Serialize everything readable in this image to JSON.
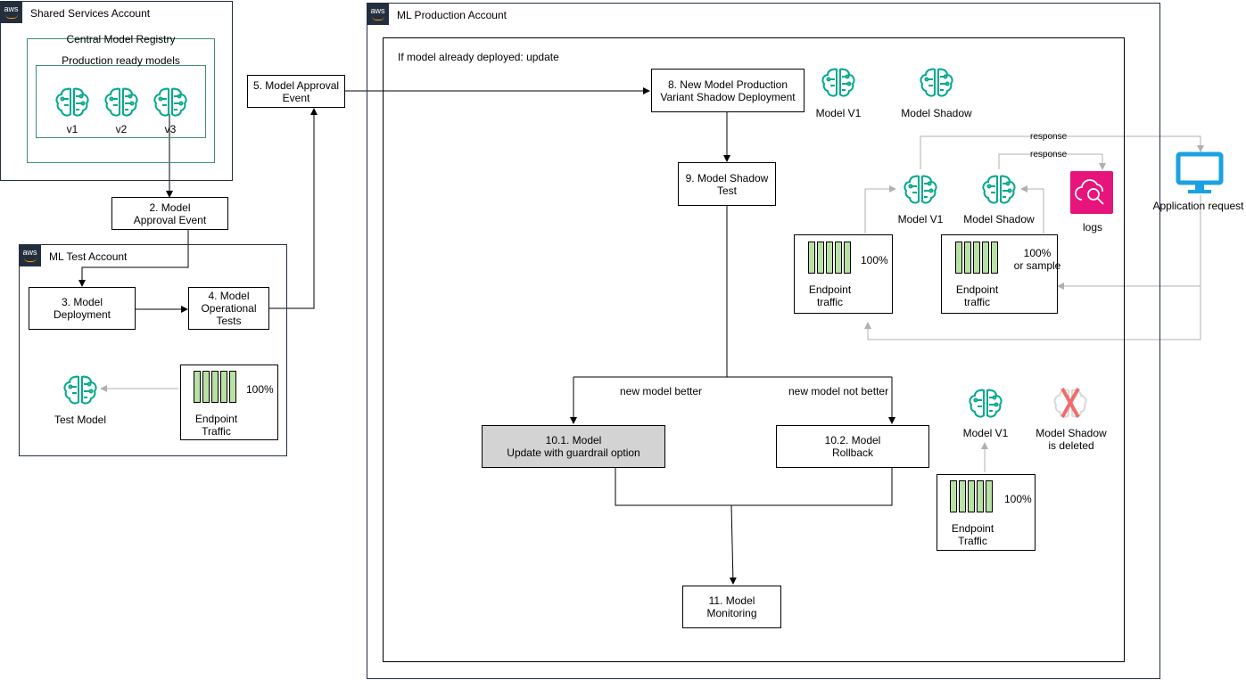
{
  "shared_account": {
    "title": "Shared Services Account",
    "registry": "Central Model Registry",
    "prod_models": "Production ready models",
    "versions": [
      "v1",
      "v2",
      "v3"
    ]
  },
  "test_account": {
    "title": "ML Test Account",
    "test_model": "Test Model",
    "endpoint": "Endpoint\nTraffic",
    "percent": "100%"
  },
  "prod_account": {
    "title": "ML Production Account",
    "note": "If model already deployed: update"
  },
  "steps": {
    "s2": "2. Model\nApproval Event",
    "s3": "3. Model\nDeployment",
    "s4": "4. Model\nOperational\nTests",
    "s5": "5. Model Approval\nEvent",
    "s8": "8. New Model Production\nVariant Shadow Deployment",
    "s9": "9. Model Shadow\nTest",
    "s10_1": "10.1. Model\nUpdate with guardrail option",
    "s10_2": "10.2. Model\nRollback",
    "s11": "11. Model\nMonitoring"
  },
  "shadow": {
    "model_v1": "Model V1",
    "model_shadow": "Model Shadow",
    "response": "response",
    "logs": "logs",
    "app_request": "Application request",
    "endpoint_traffic": "Endpoint\ntraffic",
    "percent": "100%",
    "percent_sample": "100%\nor sample"
  },
  "decision": {
    "better": "new model better",
    "not_better": "new model not better"
  },
  "rollback": {
    "model_v1": "Model V1",
    "deleted": "Model Shadow\nis deleted",
    "endpoint": "Endpoint\nTraffic",
    "percent": "100%"
  },
  "colors": {
    "sagemaker": "#01a88d",
    "logs": "#e7157b",
    "monitor": "#1ba1e2",
    "aws_dark": "#232f3e",
    "bar_fill": "#b9e0a5",
    "gray_box": "#d3d3d3"
  }
}
